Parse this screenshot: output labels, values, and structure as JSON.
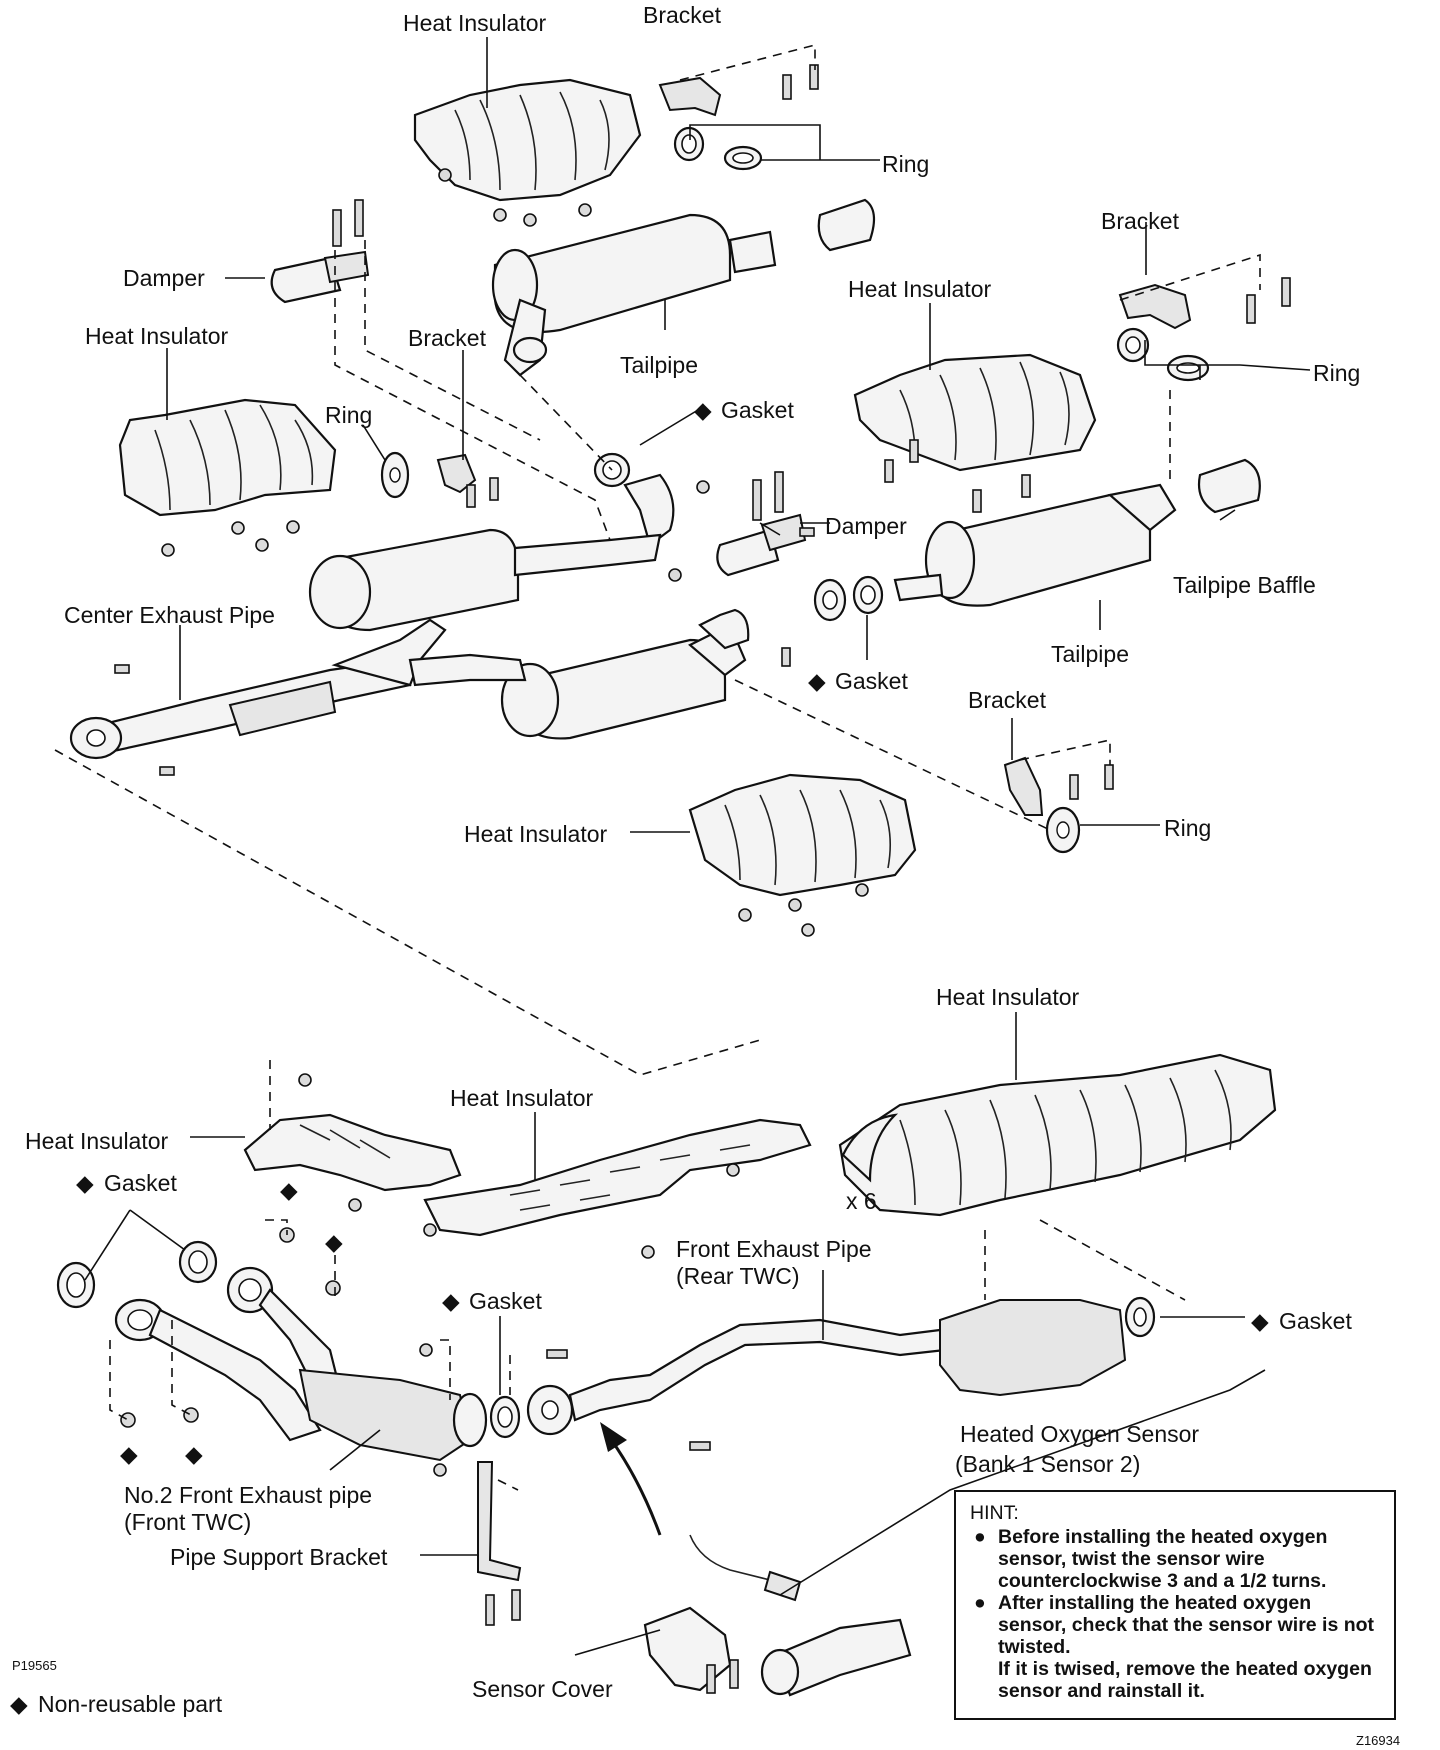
{
  "labels": {
    "heat_insulator_top": "Heat Insulator",
    "bracket_top": "Bracket",
    "ring_top": "Ring",
    "damper_left": "Damper",
    "heat_insulator_left": "Heat Insulator",
    "bracket_mid": "Bracket",
    "tailpipe_upper": "Tailpipe",
    "gasket_upper": "Gasket",
    "ring_left": "Ring",
    "bracket_right": "Bracket",
    "heat_insulator_right": "Heat Insulator",
    "ring_right": "Ring",
    "damper_right": "Damper",
    "tailpipe_baffle": "Tailpipe Baffle",
    "center_exhaust_pipe": "Center Exhaust Pipe",
    "tailpipe_right": "Tailpipe",
    "gasket_mid": "Gasket",
    "bracket_lower_right": "Bracket",
    "heat_insulator_center": "Heat Insulator",
    "ring_lower_right": "Ring",
    "heat_insulator_bottom_right": "Heat Insulator",
    "heat_insulator_bottom_mid": "Heat Insulator",
    "heat_insulator_bottom_left": "Heat Insulator",
    "gasket_bottom_left": "Gasket",
    "x6": "x 6",
    "front_exhaust_pipe_1": "Front Exhaust Pipe",
    "front_exhaust_pipe_2": "(Rear TWC)",
    "gasket_bottom_mid": "Gasket",
    "gasket_bottom_right": "Gasket",
    "heated_oxygen_sensor_1": "Heated Oxygen Sensor",
    "heated_oxygen_sensor_2": "(Bank 1 Sensor 2)",
    "no2_front_pipe_1": "No.2 Front Exhaust pipe",
    "no2_front_pipe_2": "(Front TWC)",
    "pipe_support_bracket": "Pipe Support Bracket",
    "sensor_cover": "Sensor Cover",
    "diamond": "◆"
  },
  "hint": {
    "title": "HINT:",
    "bullet": "●",
    "item1": "Before installing the heated oxygen sensor, twist the sensor wire counterclockwise 3 and a 1/2 turns.",
    "item2_a": "After installing the heated oxygen sensor, check that the sensor wire is not twisted.",
    "item2_b": "If it is twised, remove the heated oxygen sensor and rainstall it."
  },
  "footer": {
    "code_left": "P19565",
    "legend": "Non-reusable part",
    "code_right": "Z16934"
  }
}
